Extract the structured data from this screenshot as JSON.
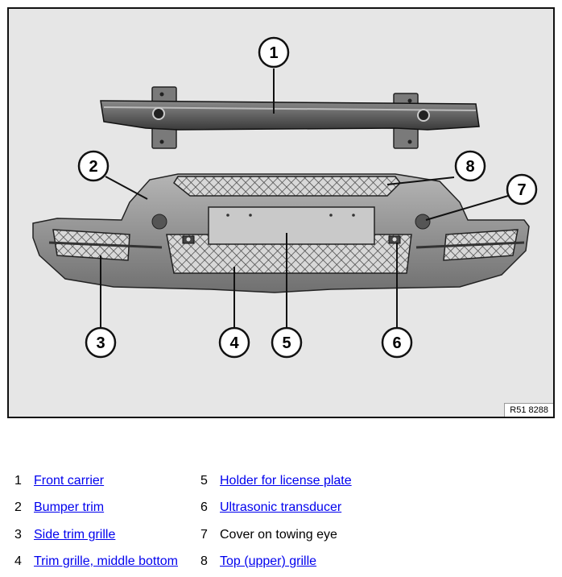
{
  "figure": {
    "figure_id": "R51 8288",
    "callouts": [
      "1",
      "2",
      "3",
      "4",
      "5",
      "6",
      "7",
      "8"
    ]
  },
  "legend": [
    {
      "number": "1",
      "text": "Front carrier",
      "link": true
    },
    {
      "number": "2",
      "text": "Bumper trim",
      "link": true
    },
    {
      "number": "3",
      "text": "Side trim grille",
      "link": true
    },
    {
      "number": "4",
      "text": "Trim grille, middle bottom",
      "link": true
    },
    {
      "number": "5",
      "text": "Holder for license plate",
      "link": true
    },
    {
      "number": "6",
      "text": "Ultrasonic transducer",
      "link": true
    },
    {
      "number": "7",
      "text": "Cover on towing eye",
      "link": false
    },
    {
      "number": "8",
      "text": "Top (upper) grille",
      "link": true
    }
  ]
}
